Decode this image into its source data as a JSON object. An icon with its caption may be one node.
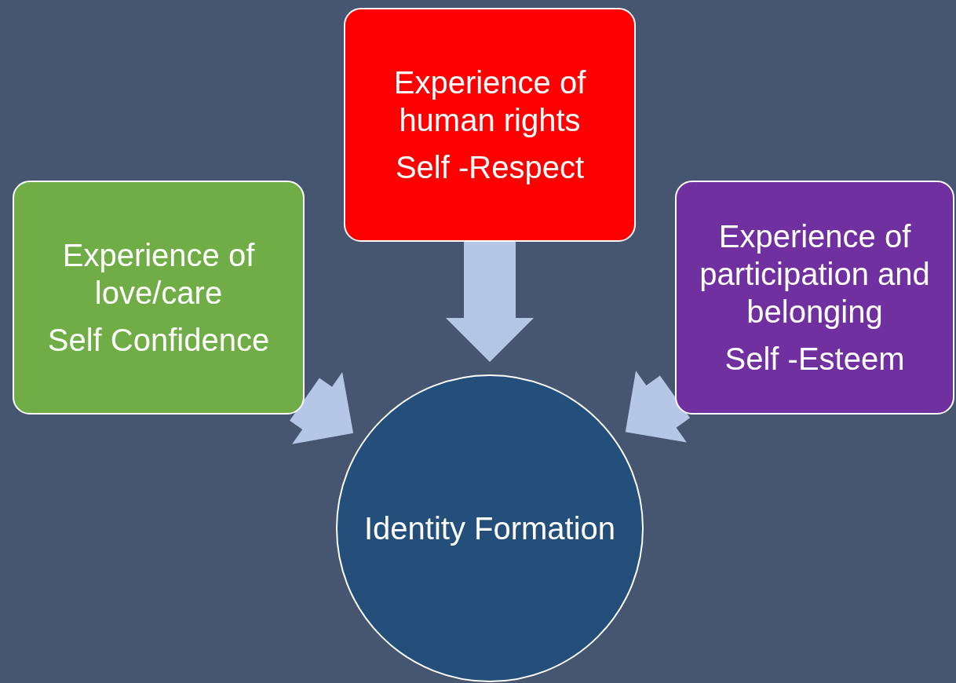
{
  "diagram": {
    "nodes": [
      {
        "text": [
          "Experience of human rights",
          "Self -Respect"
        ]
      },
      {
        "text": [
          "Experience of love/care",
          "Self Confidence"
        ]
      },
      {
        "text": [
          "Experience of participation and belonging",
          "Self -Esteem"
        ]
      },
      {
        "text": [
          "Identity Formation"
        ]
      }
    ],
    "edges": [
      {
        "from": 0,
        "to": 3,
        "arrow": "to"
      },
      {
        "from": 1,
        "to": 3,
        "arrow": "to"
      },
      {
        "from": 2,
        "to": 3,
        "arrow": "to"
      }
    ]
  }
}
